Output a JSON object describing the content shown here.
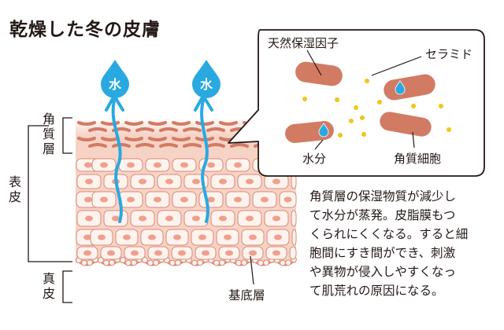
{
  "title": "乾燥した冬の皮膚",
  "labels": {
    "kakushitsuso": "角質層",
    "hyohi": "表皮",
    "shinpi": "真皮",
    "kiteiso": "基底層"
  },
  "callout": {
    "natural_moisturizing_factor": "天然保湿因子",
    "ceramide": "セラミド",
    "water": "水分",
    "corneocyte": "角質細胞"
  },
  "water_drop_text": "水",
  "caption_lines": [
    "角質層の保湿物質が減少し",
    "て水分が蒸発。皮脂膜もつ",
    "くられにくくなる。すると細",
    "胞間にすき間ができ、刺激",
    "や異物が侵入しやすくなっ",
    "て肌荒れの原因になる。"
  ],
  "colors": {
    "skin": "#f7d3c6",
    "skin_light": "#fbe4da",
    "corneocyte": "#d27b63",
    "cell_fill": "#fff3ee",
    "cell_stroke": "#d98a78",
    "nucleus": "#eea08c",
    "water": "#29a9e0",
    "dot": "#f2c518"
  }
}
